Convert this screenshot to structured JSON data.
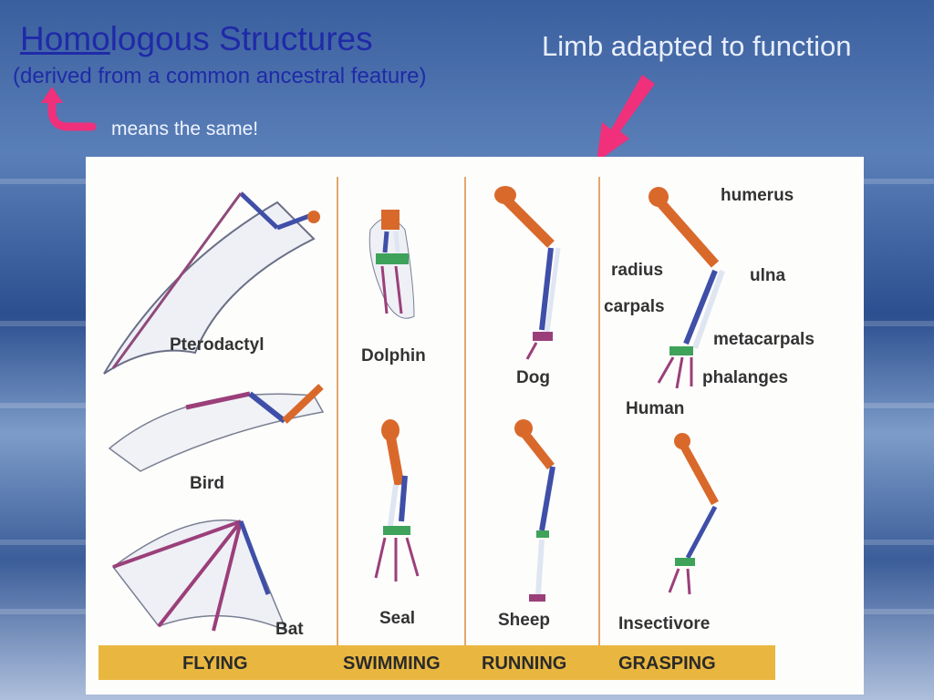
{
  "title": {
    "underlined_part": "Homo",
    "rest": "logous Structures",
    "subtitle": "(derived from a common ancestral feature)"
  },
  "annotations": {
    "limb_note": "Limb adapted to function",
    "means_note": "means the same!"
  },
  "diagram": {
    "animals": {
      "pterodactyl": "Pterodactyl",
      "bird": "Bird",
      "bat": "Bat",
      "dolphin": "Dolphin",
      "seal": "Seal",
      "dog": "Dog",
      "sheep": "Sheep",
      "human": "Human",
      "insectivore": "Insectivore"
    },
    "bone_labels": {
      "humerus": "humerus",
      "radius": "radius",
      "ulna": "ulna",
      "carpals": "carpals",
      "metacarpals": "metacarpals",
      "phalanges": "phalanges"
    },
    "categories": {
      "flying": "FLYING",
      "swimming": "SWIMMING",
      "running": "RUNNING",
      "grasping": "GRASPING"
    }
  },
  "colors": {
    "title_blue": "#1f2aa8",
    "arrow_pink": "#f0307a",
    "humerus_orange": "#d9692b",
    "radius_blue": "#3f4fa8",
    "ulna_white": "#dfe6f2",
    "carpals_green": "#3fa25a",
    "phalanges_purple": "#9b3f7a",
    "category_band": "#e9b740"
  }
}
